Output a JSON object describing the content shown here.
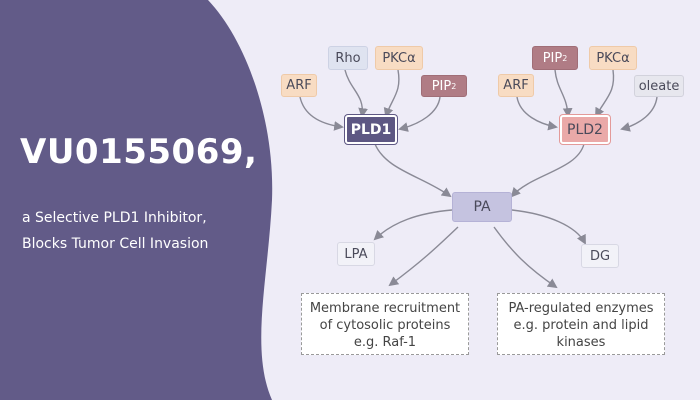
{
  "banner": {
    "title": "VU0155069,",
    "subtitle_line1": "a Selective PLD1 Inhibitor,",
    "subtitle_line2": "Blocks Tumor Cell Invasion"
  },
  "colors": {
    "background": "#eeecf7",
    "banner": "#625b88",
    "pld1": "#5d5783",
    "pld2": "#eaa9a8",
    "pa": "#c5c3e0",
    "arrow": "#8a8a96"
  },
  "diagram": {
    "pld1_inputs": {
      "rho": "Rho",
      "pkca": "PKCα",
      "arf": "ARF",
      "pip2_base": "PIP",
      "pip2_sub": "2"
    },
    "pld2_inputs": {
      "pip2_base": "PIP",
      "pip2_sub": "2",
      "pkca": "PKCα",
      "arf": "ARF",
      "oleate": "oleate"
    },
    "pld1": "PLD1",
    "pld2": "PLD2",
    "pa": "PA",
    "lpa": "LPA",
    "dg": "DG",
    "outcome_left": {
      "line1": "Membrane recruitment",
      "line2": "of cytosolic proteins",
      "line3": "e.g. Raf-1"
    },
    "outcome_right": {
      "line1": "PA-regulated enzymes",
      "line2": "e.g. protein and  lipid",
      "line3": "kinases"
    }
  }
}
